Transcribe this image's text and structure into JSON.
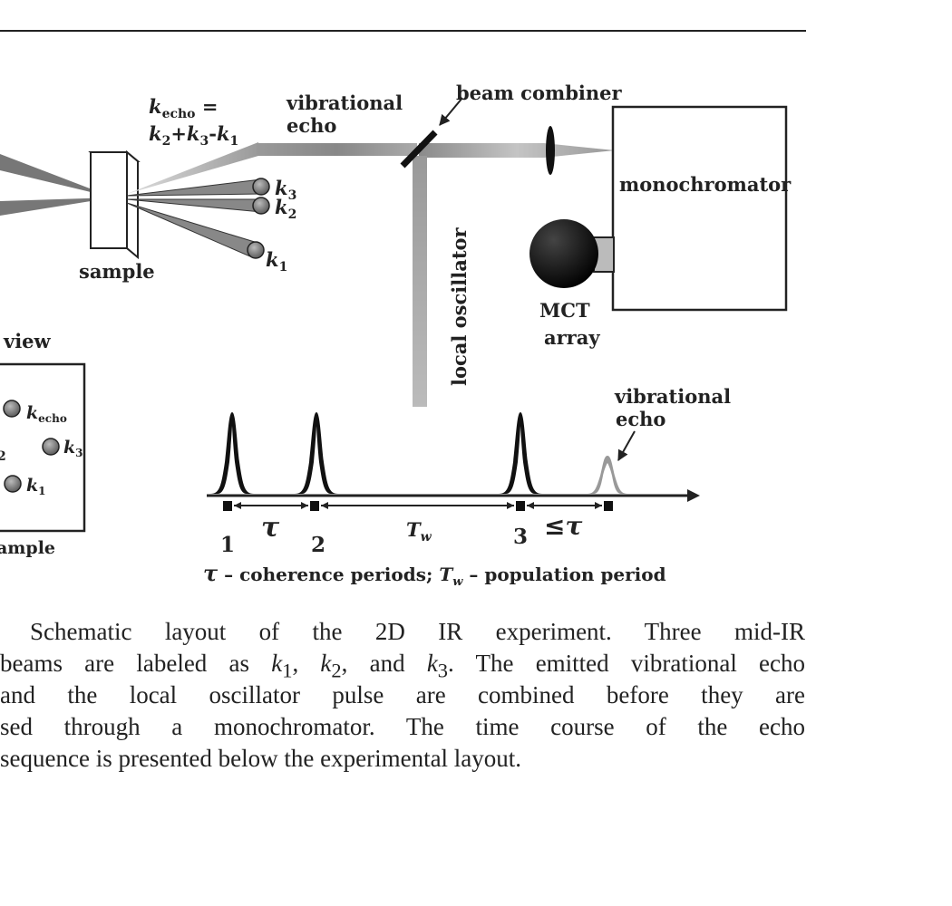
{
  "diagram": {
    "k_echo_eq_line1_prefix": "k",
    "k_echo_eq_line1_sub": "echo",
    "k_echo_eq_line1_suffix": " =",
    "k_echo_eq_line2": {
      "t1": "k",
      "s1": "2",
      "t2": "+",
      "t3": "k",
      "s3": "3",
      "t4": "-",
      "t5": "k",
      "s5": "1"
    },
    "vibrational_echo_label": [
      "vibrational",
      "echo"
    ],
    "beam_combiner_label": "beam combiner",
    "monochromator_label": "monochromator",
    "sample_label": "sample",
    "beam_labels": {
      "k3": {
        "t": "k",
        "s": "3"
      },
      "k2": {
        "t": "k",
        "s": "2"
      },
      "k1": {
        "t": "k",
        "s": "1"
      }
    },
    "local_oscillator_label": "local oscillator",
    "mct_label": [
      "MCT",
      "array"
    ],
    "view_label": "view",
    "view_box": {
      "kecho": {
        "t": "k",
        "s": "echo"
      },
      "k2_partial": "2",
      "k3": {
        "t": "k",
        "s": "3"
      },
      "k1": {
        "t": "k",
        "s": "1"
      },
      "sample_partial": "ample"
    },
    "timeline": {
      "echo_label": [
        "vibrational",
        "echo"
      ],
      "pulse_numbers": [
        "1",
        "2",
        "3"
      ],
      "tau": "τ",
      "tw": {
        "t": "T",
        "s": "w"
      },
      "le_tau": "≤τ",
      "legend": {
        "tau": "τ",
        "part1": " – coherence periods; ",
        "tw_t": "T",
        "tw_s": "w",
        "part2": " – population period"
      }
    }
  },
  "caption": {
    "line1": "Schematic layout of the 2D IR experiment. Three mid-IR",
    "line2": {
      "a": "beams are labeled as ",
      "k1": "k",
      "k1s": "1",
      "b": ", ",
      "k2": "k",
      "k2s": "2",
      "c": ", and ",
      "k3": "k",
      "k3s": "3",
      "d": ". The emitted vibrational echo"
    },
    "line3": "and the local oscillator pulse are combined before they are",
    "line4": "sed through a monochromator. The time course of the echo",
    "line5": "sequence is presented below the experimental layout."
  }
}
